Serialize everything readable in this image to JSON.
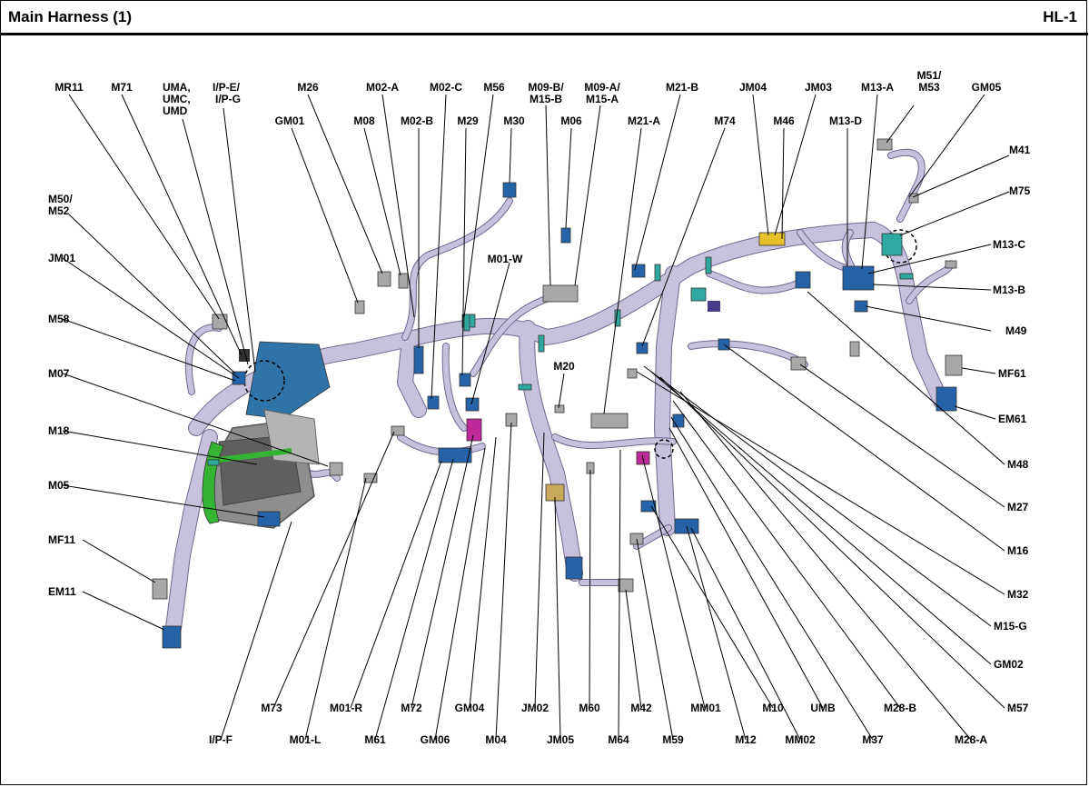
{
  "header": {
    "title": "Main Harness (1)",
    "page_code": "HL-1"
  },
  "colors": {
    "harness_fill": "#c7c1dd",
    "harness_stroke": "#6f6890",
    "connector_blue": "#2563a8",
    "connector_teal": "#2fa8a0",
    "module_blue": "#2f74a8",
    "highlight_green": "#33b533",
    "connector_gray": "#a8a8a8",
    "connector_magenta": "#c0299a",
    "connector_tan": "#c9a95a",
    "connector_yellow": "#e6c02a",
    "leader_line": "#000000"
  },
  "labels": {
    "MR11": "MR11",
    "M71": "M71",
    "UMA": "UMA,",
    "UMC": "UMC,",
    "UMD": "UMD",
    "IPE": "I/P-E/",
    "IPG": "I/P-G",
    "M26": "M26",
    "GM01": "GM01",
    "M02A": "M02-A",
    "M08": "M08",
    "M02C": "M02-C",
    "M02B": "M02-B",
    "M56": "M56",
    "M29": "M29",
    "M30": "M30",
    "M09B": "M09-B/",
    "M15B": "M15-B",
    "M09A": "M09-A/",
    "M15A": "M15-A",
    "M06": "M06",
    "M21B": "M21-B",
    "M21A": "M21-A",
    "JM04": "JM04",
    "M74": "M74",
    "JM03": "JM03",
    "M46": "M46",
    "M13A": "M13-A",
    "M13D": "M13-D",
    "M51": "M51/",
    "M53": "M53",
    "GM05": "GM05",
    "M41": "M41",
    "M75": "M75",
    "M13C": "M13-C",
    "M13B": "M13-B",
    "M49": "M49",
    "MF61": "MF61",
    "EM61": "EM61",
    "M48": "M48",
    "M27": "M27",
    "M16": "M16",
    "M32": "M32",
    "M15G": "M15-G",
    "GM02": "GM02",
    "M57": "M57",
    "M28A": "M28-A",
    "M28B": "M28-B",
    "M37": "M37",
    "UMB": "UMB",
    "MM02": "MM02",
    "M10": "M10",
    "M12": "M12",
    "MM01": "MM01",
    "M59": "M59",
    "M42": "M42",
    "M64": "M64",
    "M60": "M60",
    "JM05": "JM05",
    "JM02": "JM02",
    "M04": "M04",
    "GM04": "GM04",
    "GM06": "GM06",
    "M72": "M72",
    "M61": "M61",
    "M01R": "M01-R",
    "M01L": "M01-L",
    "M73": "M73",
    "IPF": "I/P-F",
    "EM11": "EM11",
    "MF11": "MF11",
    "M05": "M05",
    "M18": "M18",
    "M07": "M07",
    "M58": "M58",
    "JM01": "JM01",
    "M50": "M50/",
    "M52": "M52",
    "M01W": "M01-W",
    "M20": "M20"
  }
}
